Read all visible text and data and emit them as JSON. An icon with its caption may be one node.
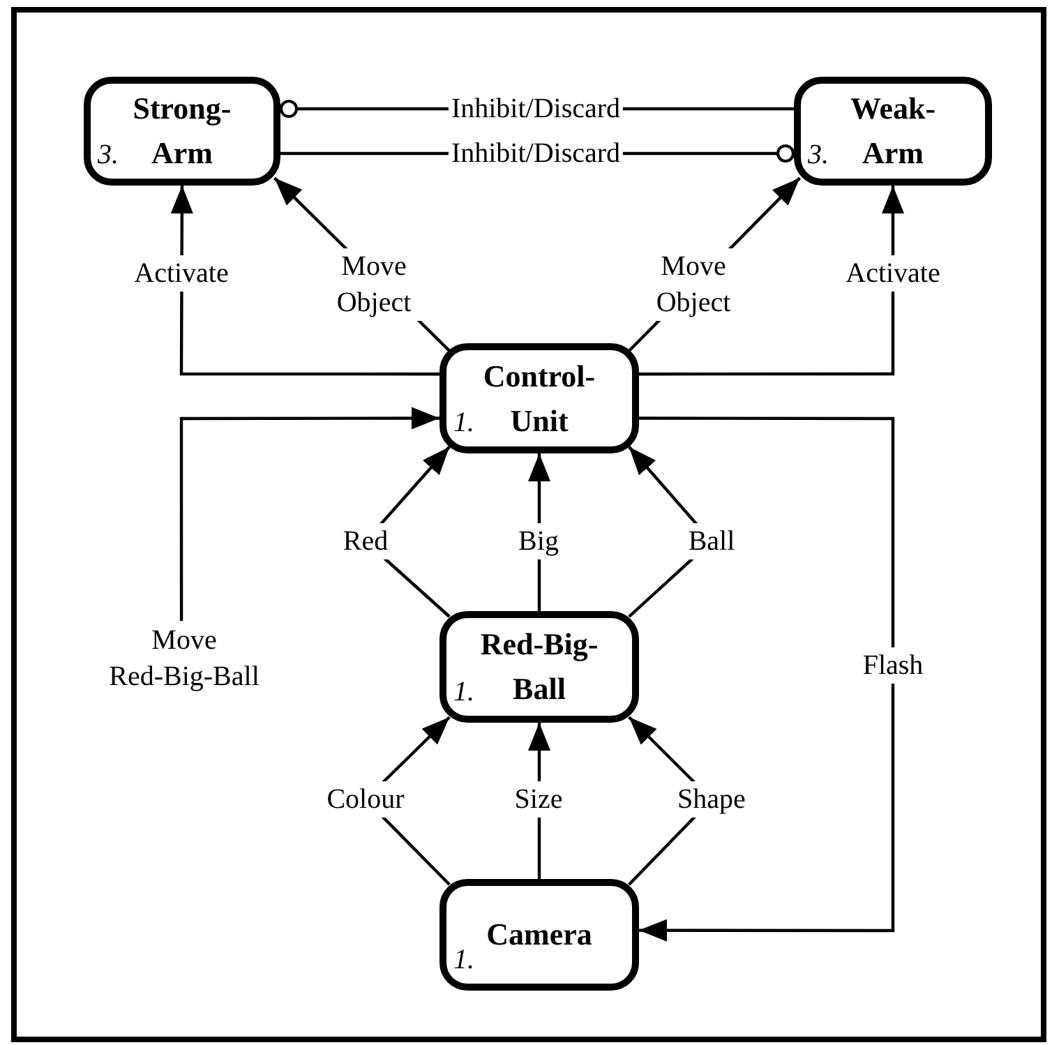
{
  "diagram": {
    "nodes": [
      {
        "text": [
          "3.",
          "Strong- Arm"
        ]
      },
      {
        "text": [
          "3.",
          "Weak- Arm"
        ]
      },
      {
        "text": [
          "1.",
          "Control- Unit"
        ]
      },
      {
        "text": [
          "1.",
          "Red-Big- Ball"
        ]
      },
      {
        "text": [
          "1.",
          "Camera"
        ]
      },
      {
        "text": [
          "Move Red-Big-Ball"
        ]
      }
    ],
    "edges": [
      {
        "from": 1,
        "to": 0,
        "arrow": "other",
        "label": "Inhibit/Discard"
      },
      {
        "from": 0,
        "to": 1,
        "arrow": "other",
        "label": "Inhibit/Discard"
      },
      {
        "from": 2,
        "to": 0,
        "arrow": "to",
        "label": "Activate"
      },
      {
        "from": 2,
        "to": 0,
        "arrow": "to",
        "label": "Move Object"
      },
      {
        "from": 2,
        "to": 1,
        "arrow": "to",
        "label": "Move Object"
      },
      {
        "from": 2,
        "to": 1,
        "arrow": "to",
        "label": "Activate"
      },
      {
        "from": 5,
        "to": 2,
        "arrow": "to"
      },
      {
        "from": 2,
        "to": 4,
        "arrow": "to",
        "label": "Flash"
      },
      {
        "from": 3,
        "to": 2,
        "arrow": "to",
        "label": "Red"
      },
      {
        "from": 3,
        "to": 2,
        "arrow": "to",
        "label": "Big"
      },
      {
        "from": 3,
        "to": 2,
        "arrow": "to",
        "label": "Ball"
      },
      {
        "from": 4,
        "to": 3,
        "arrow": "to",
        "label": "Colour"
      },
      {
        "from": 4,
        "to": 3,
        "arrow": "to",
        "label": "Size"
      },
      {
        "from": 4,
        "to": 3,
        "arrow": "to",
        "label": "Shape"
      }
    ]
  }
}
